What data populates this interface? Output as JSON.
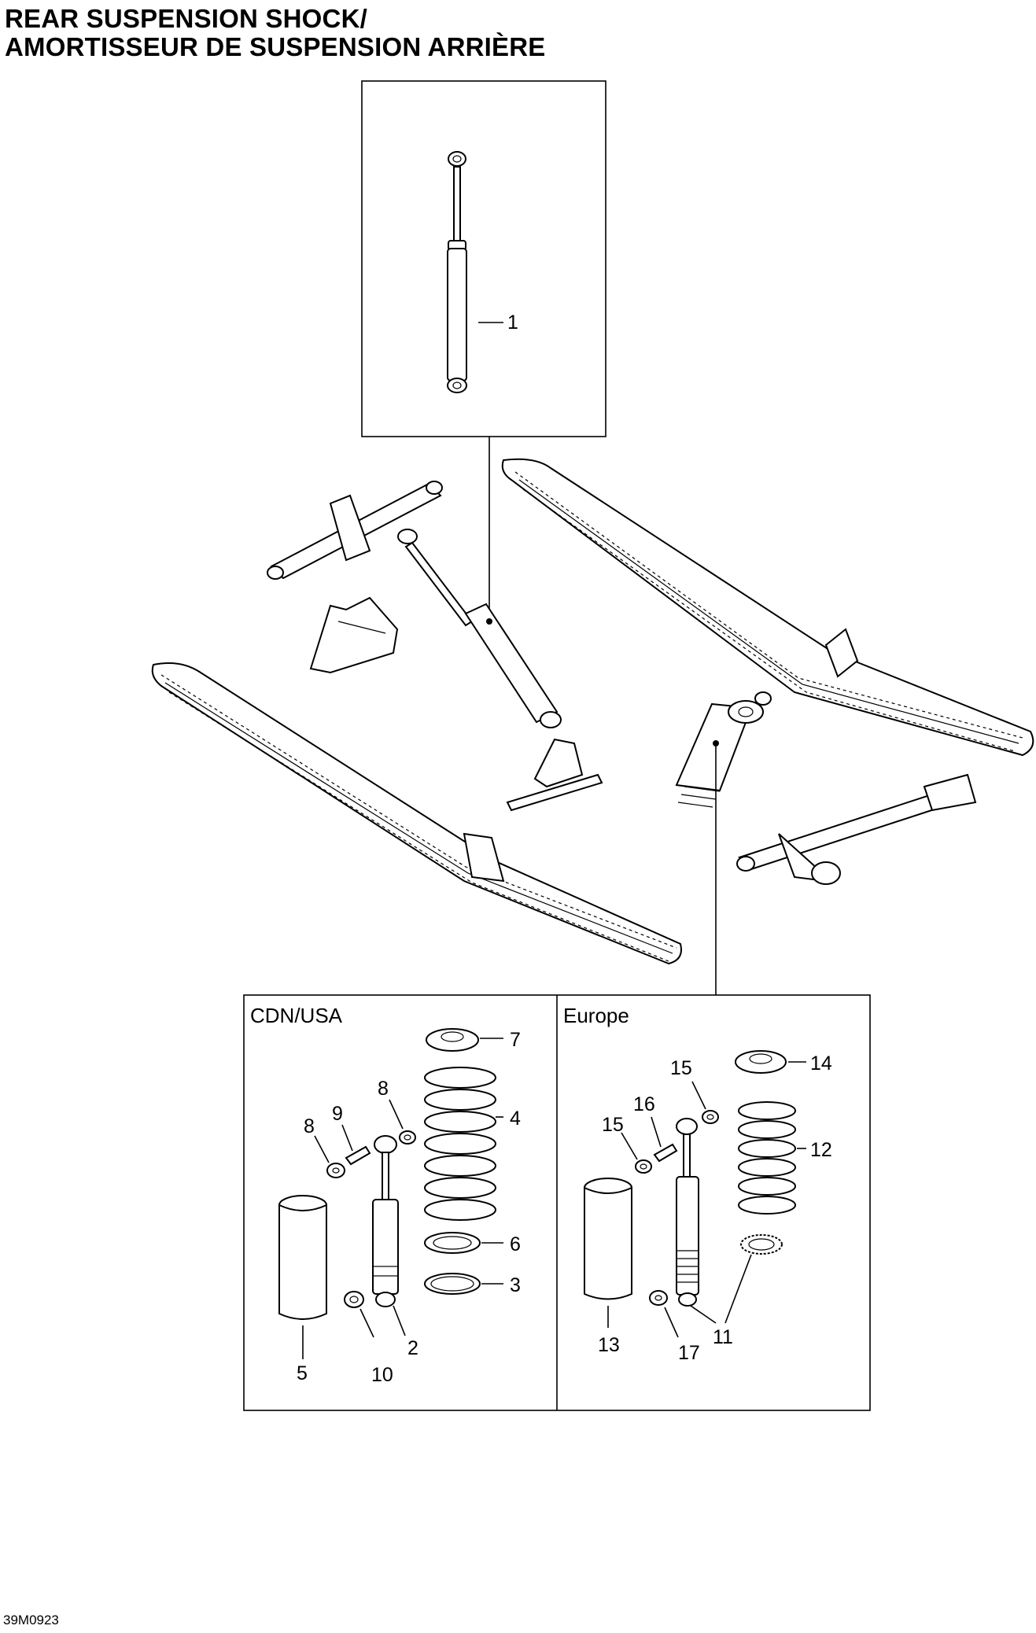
{
  "title": {
    "line1": "REAR SUSPENSION SHOCK/",
    "line2": "AMORTISSEUR DE SUSPENSION ARRIÈRE"
  },
  "footer": {
    "code": "39M0923"
  },
  "regions": {
    "left": "CDN/USA",
    "right": "Europe"
  },
  "callouts": {
    "c1": "1",
    "c2": "2",
    "c3": "3",
    "c4": "4",
    "c5": "5",
    "c6": "6",
    "c7": "7",
    "c8a": "8",
    "c8b": "8",
    "c9": "9",
    "c10": "10",
    "c11": "11",
    "c12": "12",
    "c13": "13",
    "c14": "14",
    "c15a": "15",
    "c15b": "15",
    "c16": "16",
    "c17": "17"
  }
}
